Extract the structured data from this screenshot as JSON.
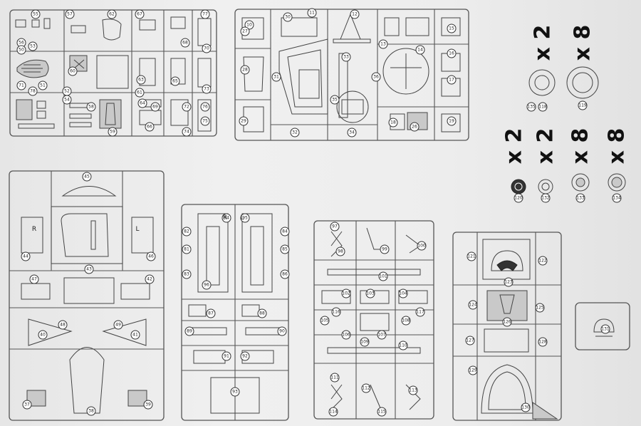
{
  "multipliers": [
    "x 2",
    "x 8",
    "x 2",
    "x 2",
    "x 8",
    "x 8"
  ],
  "side_letters": [
    "R",
    "L",
    "R",
    "L"
  ],
  "sprues": [
    {
      "name": "sprue-top-left",
      "labels": [
        "55",
        "57",
        "62",
        "67",
        "77",
        "56",
        "50",
        "53",
        "60",
        "63",
        "65",
        "68",
        "70",
        "71",
        "78",
        "51",
        "52",
        "54",
        "58",
        "59",
        "61",
        "64",
        "66",
        "72",
        "73",
        "74",
        "75",
        "76",
        "69"
      ]
    },
    {
      "name": "sprue-top-middle",
      "labels": [
        "11",
        "10",
        "12",
        "13",
        "14",
        "15",
        "16",
        "17",
        "19",
        "18",
        "26",
        "27",
        "28",
        "29",
        "30",
        "31",
        "32",
        "33",
        "34",
        "35",
        "36"
      ]
    },
    {
      "name": "sprue-bottom-left",
      "labels": [
        "45",
        "44",
        "46",
        "47",
        "42",
        "43",
        "48",
        "49",
        "37",
        "38",
        "39",
        "40",
        "41"
      ]
    },
    {
      "name": "sprue-bottom-center",
      "labels": [
        "82",
        "81",
        "83",
        "84",
        "85",
        "86",
        "87",
        "88",
        "89",
        "90",
        "91",
        "92",
        "93",
        "94",
        "95",
        "96"
      ]
    },
    {
      "name": "sprue-bottom-right",
      "labels": [
        "97",
        "98",
        "99",
        "100",
        "101",
        "102",
        "103",
        "104",
        "105",
        "106",
        "107",
        "108",
        "109",
        "110",
        "111",
        "112",
        "113",
        "114",
        "115",
        "116",
        "117"
      ]
    },
    {
      "name": "sprue-clear",
      "labels": [
        "121",
        "122",
        "123",
        "124",
        "125",
        "126",
        "127",
        "128",
        "129",
        "130"
      ]
    },
    {
      "name": "clear-single",
      "labels": [
        "131"
      ]
    }
  ],
  "wheels": [
    "118",
    "119",
    "120",
    "132",
    "133",
    "134",
    "135"
  ]
}
